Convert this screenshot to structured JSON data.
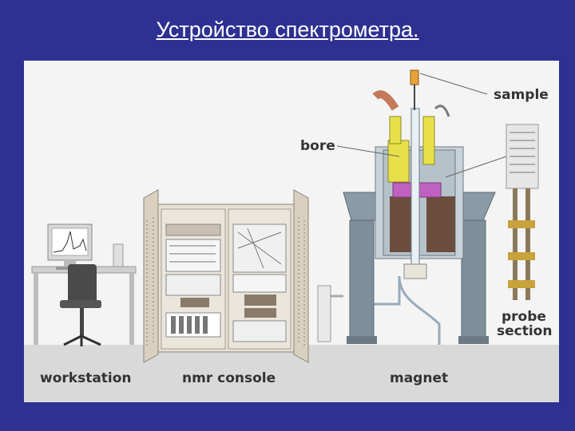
{
  "slide": {
    "title": "Устройство спектрометра."
  },
  "labels": {
    "sample": "sample",
    "bore": "bore",
    "probe_line1": "probe",
    "probe_line2": "section",
    "workstation": "workstation",
    "nmr_console": "nmr console",
    "magnet": "magnet"
  },
  "colors": {
    "background": "#2e3192",
    "floor": "#d9d9d9",
    "magnet_gray": "#8a9aa6",
    "yellow_probe": "#e8e04a",
    "purple_ring": "#c060c0"
  }
}
